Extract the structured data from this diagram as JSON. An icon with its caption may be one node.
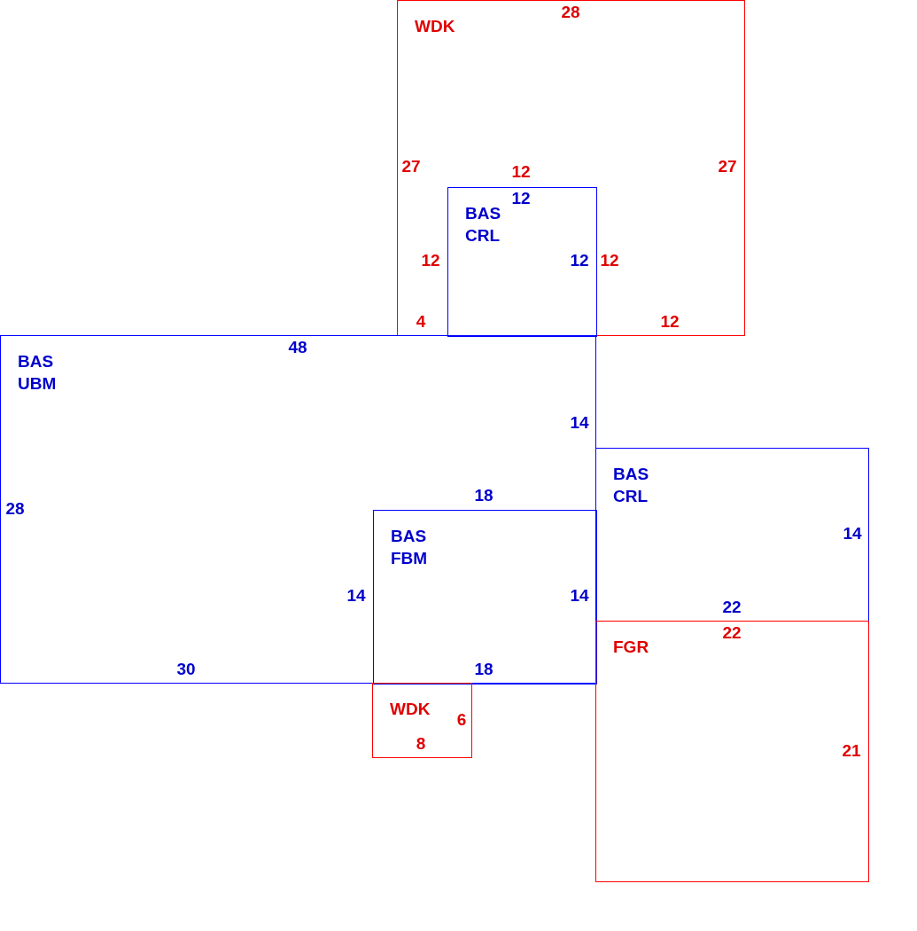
{
  "diagram": {
    "nodes": [
      {
        "text": [
          "WDK"
        ]
      },
      {
        "text": [
          "BAS CRL"
        ],
        "in": 0
      },
      {
        "text": [
          "BAS UBM"
        ]
      },
      {
        "text": [
          "BAS FBM"
        ],
        "in": 2
      },
      {
        "text": [
          "BAS CRL"
        ]
      },
      {
        "text": [
          "FGR"
        ]
      },
      {
        "text": [
          "WDK"
        ]
      }
    ],
    "labels": [
      "28",
      "27",
      "27",
      "12",
      "12",
      "12",
      "12",
      "12",
      "4",
      "12",
      "48",
      "14",
      "18",
      "28",
      "14",
      "14",
      "14",
      "22",
      "22",
      "30",
      "18",
      "6",
      "8",
      "21"
    ]
  }
}
